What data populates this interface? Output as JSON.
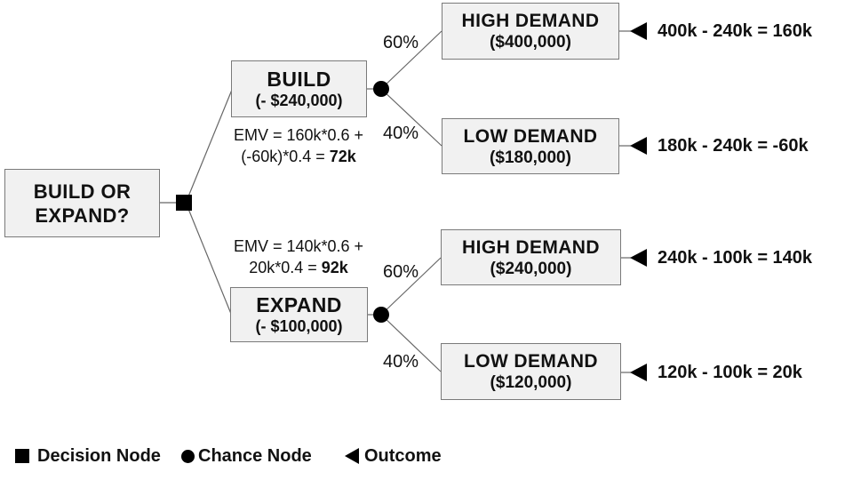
{
  "root_node": {
    "line1": "BUILD OR",
    "line2": "EXPAND?"
  },
  "build_branch": {
    "label": "BUILD",
    "cost": "(- $240,000)",
    "emv": {
      "line1": "EMV = 160k*0.6 +",
      "line2_prefix": "(-60k)*0.4 =",
      "result": "72k"
    },
    "high_outcome": {
      "probability": "60%",
      "label": "HIGH DEMAND",
      "payoff": "($400,000)",
      "net_calc": "400k - 240k = 160k"
    },
    "low_outcome": {
      "probability": "40%",
      "label": "LOW DEMAND",
      "payoff": "($180,000)",
      "net_calc": "180k - 240k = -60k"
    }
  },
  "expand_branch": {
    "label": "EXPAND",
    "cost": "(- $100,000)",
    "emv": {
      "line1": "EMV = 140k*0.6 +",
      "line2_prefix": "20k*0.4 =",
      "result": "92k"
    },
    "high_outcome": {
      "probability": "60%",
      "label": "HIGH DEMAND",
      "payoff": "($240,000)",
      "net_calc": "240k - 100k = 140k"
    },
    "low_outcome": {
      "probability": "40%",
      "label": "LOW DEMAND",
      "payoff": "($120,000)",
      "net_calc": "120k - 100k = 20k"
    }
  },
  "legend": {
    "decision_label": "Decision Node",
    "chance_label": "Chance Node",
    "outcome_label": "Outcome"
  },
  "colors": {
    "box_fill": "#f1f1f1",
    "box_border": "#7a7a7a",
    "connector": "#666666",
    "node_shape": "#000000",
    "text": "#111111"
  }
}
